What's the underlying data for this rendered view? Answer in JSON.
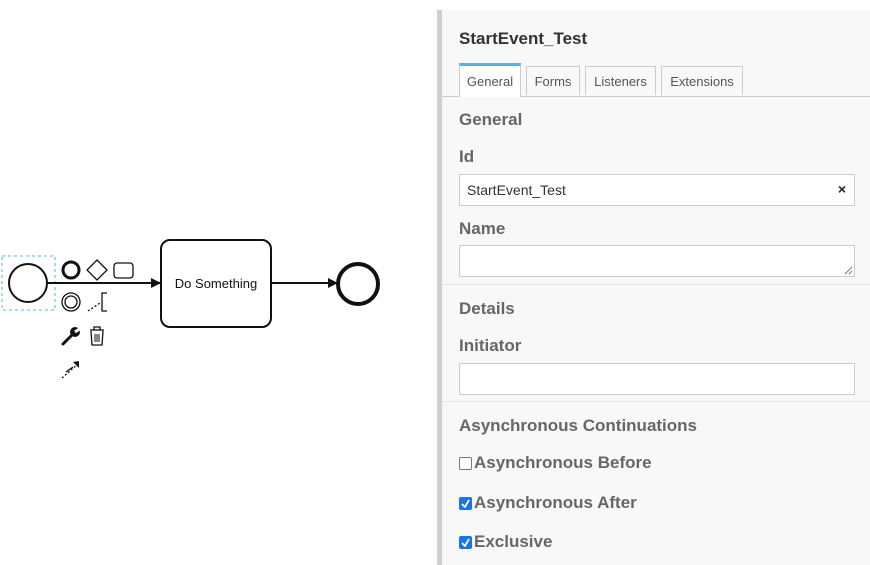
{
  "diagram": {
    "task_label": "Do Something"
  },
  "panel": {
    "title": "StartEvent_Test",
    "tabs": [
      "General",
      "Forms",
      "Listeners",
      "Extensions"
    ],
    "general_section": "General",
    "id_label": "Id",
    "id_value": "StartEvent_Test",
    "clear_icon": "×",
    "name_label": "Name",
    "name_value": "",
    "details_section": "Details",
    "initiator_label": "Initiator",
    "initiator_value": "",
    "async_section": "Asynchronous Continuations",
    "checkboxes": [
      {
        "label": "Asynchronous Before",
        "checked": false
      },
      {
        "label": "Asynchronous After",
        "checked": true
      },
      {
        "label": "Exclusive",
        "checked": true
      }
    ]
  }
}
